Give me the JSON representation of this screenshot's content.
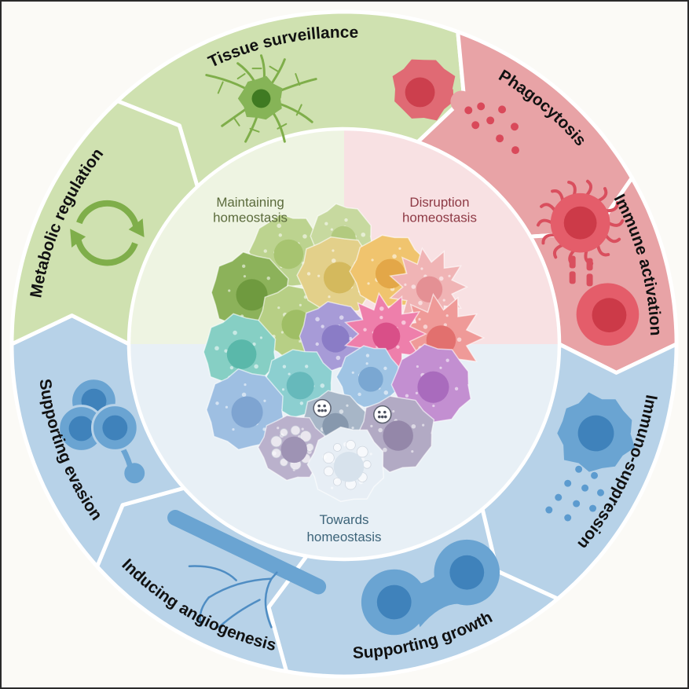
{
  "colors": {
    "background": "#fbfaf6",
    "green_ring": "#cfe1b0",
    "green_inner": "#eef4e2",
    "red_ring": "#e8a3a6",
    "red_inner": "#f8e1e3",
    "blue_ring": "#b7d2e8",
    "blue_inner": "#e8f0f6",
    "green_text": "#5b6b3c",
    "red_text": "#8e3a45",
    "blue_text": "#3d6479"
  },
  "segments": [
    {
      "key": "tissue",
      "label": "Tissue surveillance",
      "icon": "neuron-like-cell-icon"
    },
    {
      "key": "phago",
      "label": "Phagocytosis",
      "icon": "phagocyte-icon"
    },
    {
      "key": "immact",
      "label": "Immune activation",
      "icon": "immune-synapse-icon"
    },
    {
      "key": "immsup",
      "label": "Immuno-suppression",
      "icon": "secreting-cell-icon"
    },
    {
      "key": "growth",
      "label": "Supporting growth",
      "icon": "dividing-cell-icon"
    },
    {
      "key": "angio",
      "label": "Inducing angiogenesis",
      "icon": "blood-vessel-icon"
    },
    {
      "key": "evasion",
      "label": "Supporting evasion",
      "icon": "cell-cluster-icon"
    },
    {
      "key": "metab",
      "label": "Metabolic regulation",
      "icon": "recycle-arrows-icon"
    }
  ],
  "inner": {
    "maintaining": [
      "Maintaining",
      "homeostasis"
    ],
    "disruption": [
      "Disruption",
      "homeostasis"
    ],
    "towards": [
      "Towards",
      "homeostasis"
    ]
  }
}
